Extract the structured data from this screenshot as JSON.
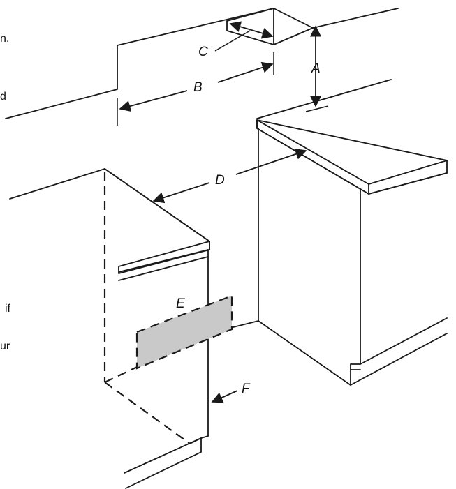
{
  "cropped_margin_text": [
    {
      "id": "frag-1",
      "text": "n."
    },
    {
      "id": "frag-2",
      "text": "d"
    },
    {
      "id": "frag-3",
      "text": "if"
    },
    {
      "id": "frag-4",
      "text": "ur"
    }
  ],
  "diagram_labels": {
    "a": "A",
    "b": "B",
    "c": "C",
    "d": "D",
    "e": "E",
    "f": "F"
  },
  "colors": {
    "line": "#1a1a1a",
    "shaded_area": "#c9c9c9",
    "background": "#ffffff"
  }
}
